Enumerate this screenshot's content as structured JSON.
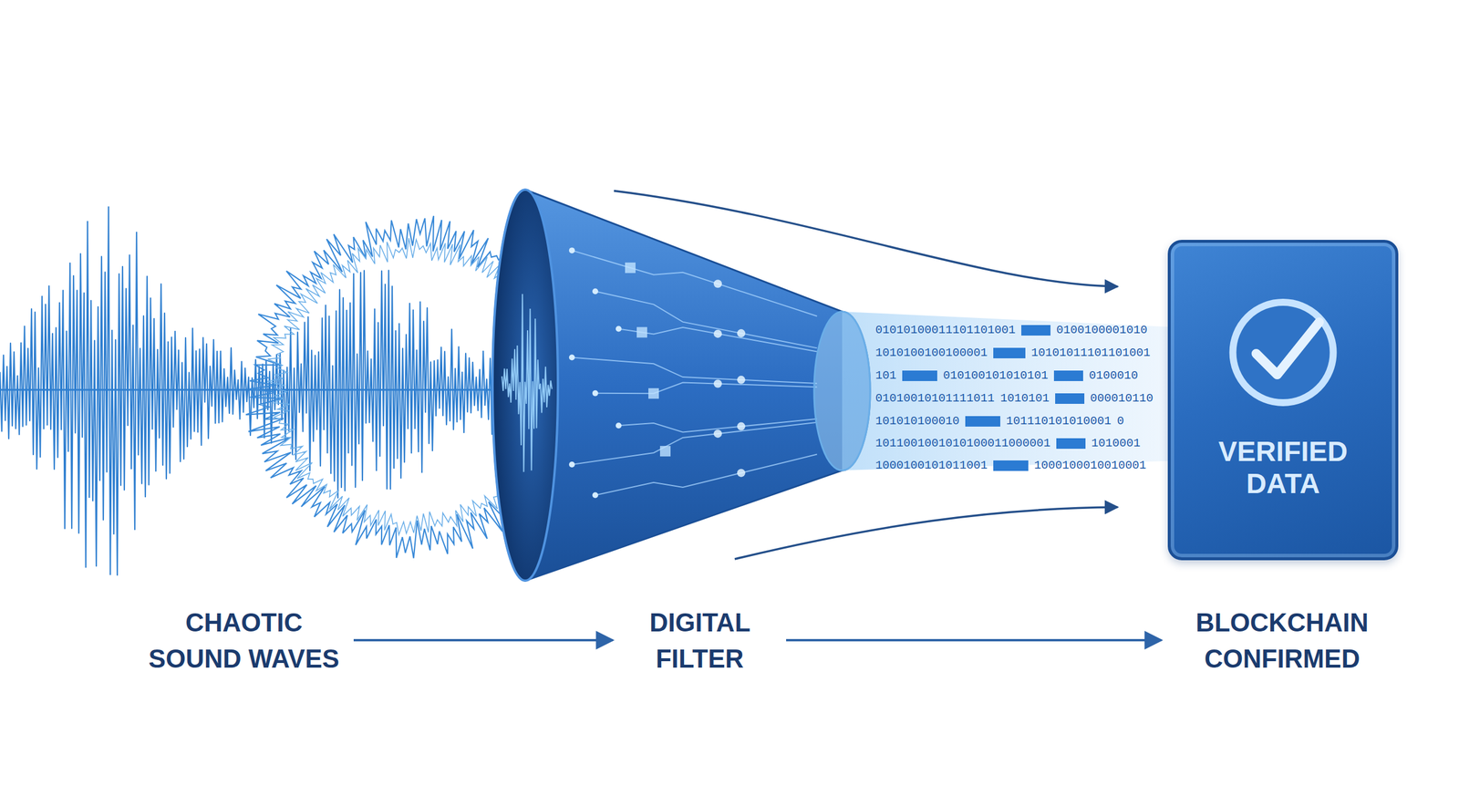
{
  "diagram": {
    "nodes": [
      {
        "text": [
          "VERIFIED DATA"
        ]
      }
    ],
    "labels": [
      "01010100011101101001",
      "0100100001010",
      "1010100100100001",
      "10101011101101001",
      "101",
      "010100101010101",
      "0100010",
      "01010010101111011",
      "1010101",
      "000010110",
      "101010100010",
      "101110101010001",
      "0",
      "1011001001010100011000001",
      "1010001",
      "1000100101011001",
      "1000100010010001",
      "CHAOTIC SOUND WAVES",
      "DIGITAL FILTER",
      "BLOCKCHAIN CONFIRMED"
    ]
  }
}
